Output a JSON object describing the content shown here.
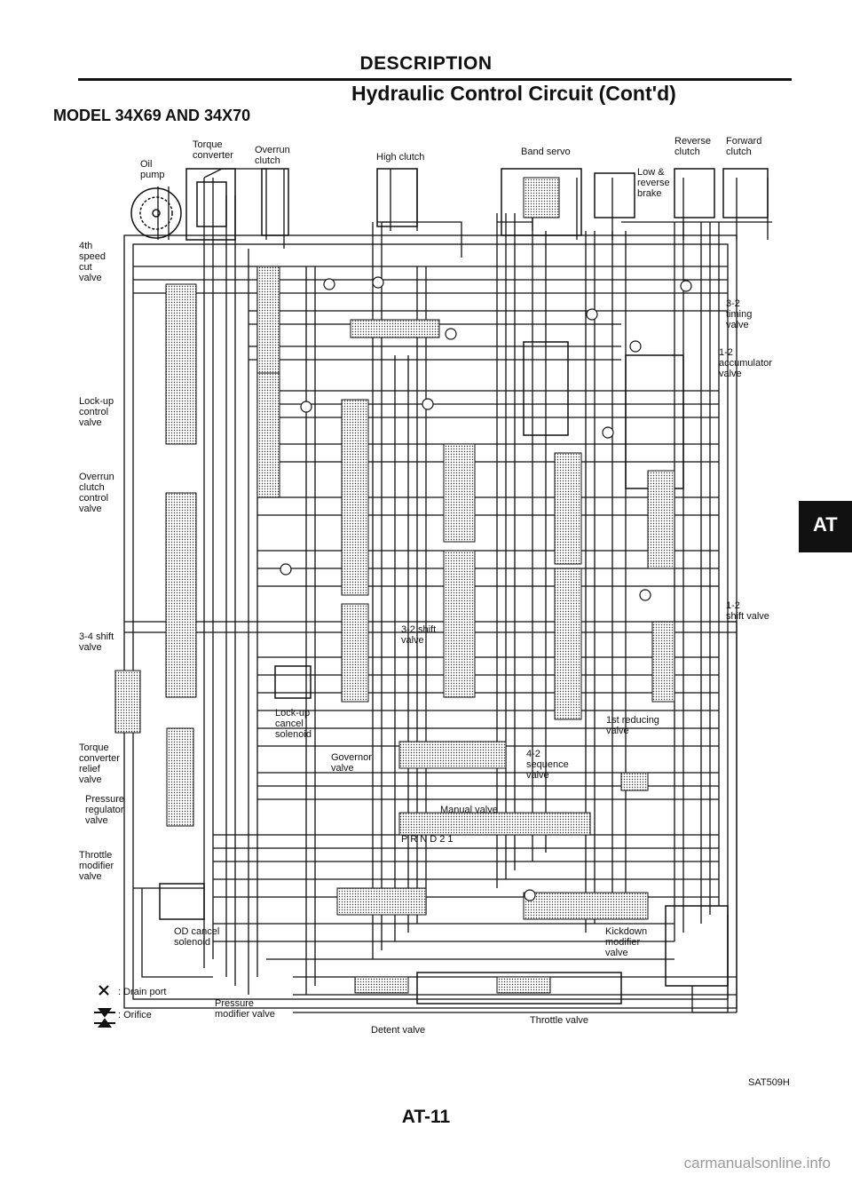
{
  "header": {
    "section": "DESCRIPTION",
    "subtitle": "Hydraulic Control Circuit (Cont'd)",
    "model": "MODEL 34X69 AND 34X70"
  },
  "labels": {
    "torque_converter": [
      "Torque",
      "converter"
    ],
    "overrun_clutch": [
      "Overrun",
      "clutch"
    ],
    "oil_pump": [
      "Oil",
      "pump"
    ],
    "high_clutch": [
      "High clutch"
    ],
    "band_servo": [
      "Band servo"
    ],
    "reverse_clutch": [
      "Reverse",
      "clutch"
    ],
    "forward_clutch": [
      "Forward",
      "clutch"
    ],
    "low_reverse_brake": [
      "Low &",
      "reverse",
      "brake"
    ],
    "fourth_speed_cut": [
      "4th",
      "speed",
      "cut",
      "valve"
    ],
    "timing_32": [
      "3-2",
      "timing",
      "valve"
    ],
    "accumulator_12": [
      "1-2",
      "accumulator",
      "valve"
    ],
    "lockup_control": [
      "Lock-up",
      "control",
      "valve"
    ],
    "overrun_clutch_control": [
      "Overrun",
      "clutch",
      "control",
      "valve"
    ],
    "shift_12": [
      "1-2",
      "shift valve"
    ],
    "shift_34": [
      "3-4 shift",
      "valve"
    ],
    "shift_32": [
      "3-2 shift",
      "valve"
    ],
    "lockup_cancel": [
      "Lock-up",
      "cancel",
      "solenoid"
    ],
    "first_reducing": [
      "1st reducing",
      "valve"
    ],
    "torque_converter_relief": [
      "Torque",
      "converter",
      "relief",
      "valve"
    ],
    "governor": [
      "Governor",
      "valve"
    ],
    "sequence_42": [
      "4-2",
      "sequence",
      "valve"
    ],
    "pressure_regulator": [
      "Pressure",
      "regulator",
      "valve"
    ],
    "manual_valve": [
      "Manual valve"
    ],
    "prnd21": [
      "P R N D 2 1"
    ],
    "throttle_modifier": [
      "Throttle",
      "modifier",
      "valve"
    ],
    "od_cancel": [
      "OD cancel",
      "solenoid"
    ],
    "kickdown_modifier": [
      "Kickdown",
      "modifier",
      "valve"
    ],
    "pressure_modifier": [
      "Pressure",
      "modifier valve"
    ],
    "throttle_valve": [
      "Throttle valve"
    ],
    "detent_valve": [
      "Detent valve"
    ]
  },
  "legend": {
    "drain": ": Drain port",
    "orifice": ": Orifice"
  },
  "side_tab": "AT",
  "figure_code": "SAT509H",
  "page_number": "AT-11",
  "footer": "carmanualsonline.info"
}
